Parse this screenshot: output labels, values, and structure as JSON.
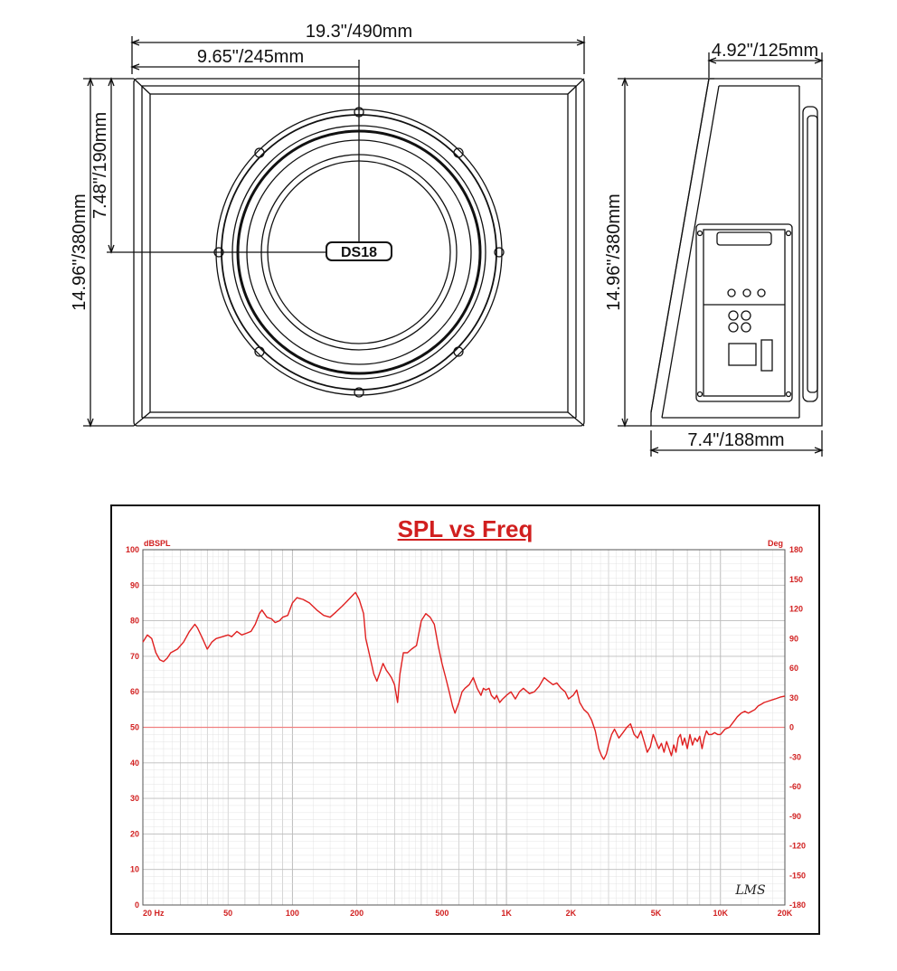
{
  "dimensions": {
    "width_total": "19.3\"/490mm",
    "width_half": "9.65\"/245mm",
    "height_total_front": "14.96\"/380mm",
    "height_half": "7.48\"/190mm",
    "depth_top": "4.92\"/125mm",
    "height_total_side": "14.96\"/380mm",
    "depth_bottom": "7.4\"/188mm"
  },
  "logo_text": "DS18",
  "colors": {
    "curve": "#e02020",
    "grid": "#bcbcbc",
    "axis_text": "#d11f1f",
    "reference": "#f08080"
  },
  "chart_data": {
    "type": "line",
    "title": "SPL vs Freq",
    "ylabel": "dBSPL",
    "y2label": "Deg",
    "xscale": "log",
    "xlim": [
      20,
      20000
    ],
    "ylim": [
      0,
      100
    ],
    "y2lim": [
      -180,
      180
    ],
    "x_tick_labels": [
      {
        "v": 20,
        "t": "20  Hz"
      },
      {
        "v": 50,
        "t": "50"
      },
      {
        "v": 100,
        "t": "100"
      },
      {
        "v": 200,
        "t": "200"
      },
      {
        "v": 500,
        "t": "500"
      },
      {
        "v": 1000,
        "t": "1K"
      },
      {
        "v": 2000,
        "t": "2K"
      },
      {
        "v": 5000,
        "t": "5K"
      },
      {
        "v": 10000,
        "t": "10K"
      },
      {
        "v": 20000,
        "t": "20K"
      }
    ],
    "y_ticks": [
      0,
      10,
      20,
      30,
      40,
      50,
      60,
      70,
      80,
      90,
      100
    ],
    "y2_ticks": [
      -180,
      -150,
      -120,
      -90,
      -60,
      -30,
      0,
      30,
      60,
      90,
      120,
      150,
      180
    ],
    "grid": true,
    "watermark": "LMS",
    "reference_line_db": 50,
    "series": [
      {
        "points": [
          [
            20,
            74
          ],
          [
            21,
            76
          ],
          [
            22,
            75
          ],
          [
            23,
            71
          ],
          [
            24,
            69
          ],
          [
            25,
            68.5
          ],
          [
            26,
            69.5
          ],
          [
            27,
            71
          ],
          [
            29,
            72
          ],
          [
            31,
            74
          ],
          [
            33,
            77
          ],
          [
            35,
            79
          ],
          [
            36,
            78
          ],
          [
            38,
            75
          ],
          [
            40,
            72
          ],
          [
            42,
            74
          ],
          [
            44,
            75
          ],
          [
            47,
            75.5
          ],
          [
            50,
            76
          ],
          [
            52,
            75.5
          ],
          [
            55,
            77
          ],
          [
            58,
            76
          ],
          [
            61,
            76.5
          ],
          [
            64,
            77
          ],
          [
            67,
            79
          ],
          [
            70,
            82
          ],
          [
            72,
            83
          ],
          [
            76,
            81
          ],
          [
            80,
            80.5
          ],
          [
            83,
            79.5
          ],
          [
            87,
            80
          ],
          [
            90,
            81
          ],
          [
            95,
            81.5
          ],
          [
            100,
            85
          ],
          [
            105,
            86.5
          ],
          [
            112,
            86
          ],
          [
            120,
            85
          ],
          [
            130,
            83
          ],
          [
            140,
            81.5
          ],
          [
            150,
            81
          ],
          [
            160,
            82.5
          ],
          [
            170,
            84
          ],
          [
            180,
            85.5
          ],
          [
            190,
            87
          ],
          [
            197,
            88
          ],
          [
            205,
            86
          ],
          [
            215,
            82
          ],
          [
            220,
            75
          ],
          [
            230,
            70
          ],
          [
            240,
            65
          ],
          [
            248,
            63
          ],
          [
            255,
            65
          ],
          [
            265,
            68
          ],
          [
            275,
            66
          ],
          [
            283,
            65
          ],
          [
            290,
            64
          ],
          [
            300,
            62
          ],
          [
            310,
            57
          ],
          [
            318,
            65
          ],
          [
            330,
            71
          ],
          [
            345,
            71
          ],
          [
            360,
            72
          ],
          [
            380,
            73
          ],
          [
            400,
            80
          ],
          [
            420,
            82
          ],
          [
            440,
            81
          ],
          [
            460,
            79
          ],
          [
            480,
            73
          ],
          [
            500,
            68
          ],
          [
            520,
            64
          ],
          [
            540,
            60
          ],
          [
            560,
            56
          ],
          [
            575,
            54
          ],
          [
            600,
            57
          ],
          [
            620,
            60
          ],
          [
            640,
            61
          ],
          [
            670,
            62
          ],
          [
            700,
            64
          ],
          [
            730,
            61
          ],
          [
            760,
            59
          ],
          [
            780,
            61
          ],
          [
            800,
            60.5
          ],
          [
            830,
            61
          ],
          [
            850,
            59
          ],
          [
            880,
            58
          ],
          [
            900,
            59
          ],
          [
            930,
            57
          ],
          [
            960,
            58
          ],
          [
            1000,
            59
          ],
          [
            1050,
            60
          ],
          [
            1100,
            58
          ],
          [
            1150,
            60
          ],
          [
            1200,
            61
          ],
          [
            1280,
            59.5
          ],
          [
            1350,
            60
          ],
          [
            1420,
            61.5
          ],
          [
            1500,
            64
          ],
          [
            1570,
            63
          ],
          [
            1650,
            62
          ],
          [
            1720,
            62.5
          ],
          [
            1800,
            61
          ],
          [
            1880,
            60
          ],
          [
            1950,
            58
          ],
          [
            2050,
            59
          ],
          [
            2130,
            60.5
          ],
          [
            2200,
            57
          ],
          [
            2300,
            55
          ],
          [
            2400,
            54
          ],
          [
            2500,
            52
          ],
          [
            2600,
            49
          ],
          [
            2700,
            44
          ],
          [
            2780,
            42
          ],
          [
            2850,
            41
          ],
          [
            2930,
            42.5
          ],
          [
            3000,
            45
          ],
          [
            3100,
            48
          ],
          [
            3200,
            49.5
          ],
          [
            3350,
            47
          ],
          [
            3500,
            48.5
          ],
          [
            3650,
            50
          ],
          [
            3800,
            51
          ],
          [
            3950,
            48
          ],
          [
            4100,
            47
          ],
          [
            4250,
            49
          ],
          [
            4400,
            46
          ],
          [
            4550,
            43
          ],
          [
            4700,
            44.5
          ],
          [
            4850,
            48
          ],
          [
            5000,
            46
          ],
          [
            5150,
            44
          ],
          [
            5300,
            45.5
          ],
          [
            5450,
            43
          ],
          [
            5600,
            46
          ],
          [
            5750,
            44
          ],
          [
            5900,
            42
          ],
          [
            6050,
            45
          ],
          [
            6200,
            43
          ],
          [
            6350,
            47
          ],
          [
            6500,
            48
          ],
          [
            6650,
            45
          ],
          [
            6800,
            47
          ],
          [
            7000,
            44
          ],
          [
            7200,
            48
          ],
          [
            7400,
            45
          ],
          [
            7600,
            47
          ],
          [
            7800,
            46
          ],
          [
            8000,
            47.5
          ],
          [
            8200,
            44
          ],
          [
            8400,
            47
          ],
          [
            8600,
            49
          ],
          [
            8800,
            48
          ],
          [
            9100,
            48
          ],
          [
            9400,
            48.5
          ],
          [
            9700,
            48
          ],
          [
            10000,
            48
          ],
          [
            10500,
            49.5
          ],
          [
            11000,
            50
          ],
          [
            11500,
            51.5
          ],
          [
            12000,
            53
          ],
          [
            12500,
            54
          ],
          [
            13000,
            54.5
          ],
          [
            13500,
            54
          ],
          [
            14000,
            54.5
          ],
          [
            14500,
            55
          ],
          [
            15000,
            56
          ],
          [
            15500,
            56.5
          ],
          [
            16000,
            57
          ],
          [
            17000,
            57.5
          ],
          [
            18000,
            58
          ],
          [
            19000,
            58.5
          ],
          [
            20000,
            58.8
          ]
        ]
      }
    ]
  }
}
